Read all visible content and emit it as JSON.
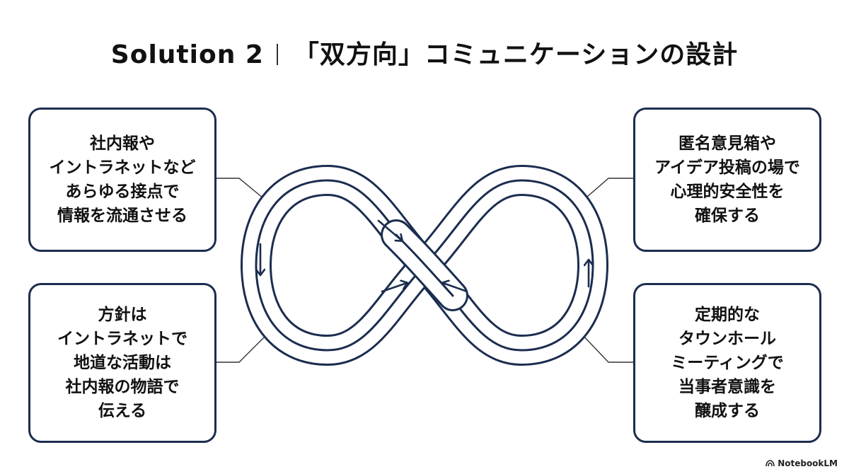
{
  "title": {
    "lead": "Solution 2",
    "main": "「双方向」コミュニケーションの設計"
  },
  "cards": {
    "top_left": [
      "社内報や",
      "イントラネットなど",
      "あらゆる接点で",
      "情報を流通させる"
    ],
    "bottom_left": [
      "方針は",
      "イントラネットで",
      "地道な活動は",
      "社内報の物語で",
      "伝える"
    ],
    "top_right": [
      "匿名意見箱や",
      "アイデア投稿の場で",
      "心理的安全性を",
      "確保する"
    ],
    "bottom_right": [
      "定期的な",
      "タウンホール",
      "ミーティングで",
      "当事者意識を",
      "醸成する"
    ]
  },
  "diagram": {
    "symbol": "infinity-loop",
    "stroke_color": "#1b2d4f"
  },
  "branding": {
    "icon": "notebooklm-icon",
    "label": "NotebookLM"
  }
}
